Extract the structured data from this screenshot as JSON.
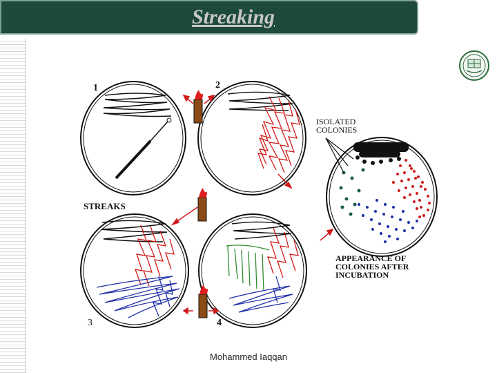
{
  "slide": {
    "title": "Streaking",
    "footer": "Mohammed Iaqqan"
  },
  "diagram": {
    "step_numbers": [
      "1",
      "2",
      "3",
      "4"
    ],
    "label_streaks": "STREAKS",
    "label_isolated_line1": "ISOLATED",
    "label_isolated_line2": "COLONIES",
    "label_appearance_line1": "APPEARANCE OF",
    "label_appearance_line2": "COLONIES AFTER",
    "label_appearance_line3": "INCUBATION"
  },
  "colors": {
    "title_bar": "#1e4a3e",
    "title_text": "#c8c8c8",
    "streak_black": "#111111",
    "streak_red": "#d11a1a",
    "streak_blue": "#1f2fa8",
    "streak_green": "#2e8b2e",
    "colony_teal": "#1d5a52",
    "flame": "#e02020",
    "burner": "#8b4a16"
  }
}
